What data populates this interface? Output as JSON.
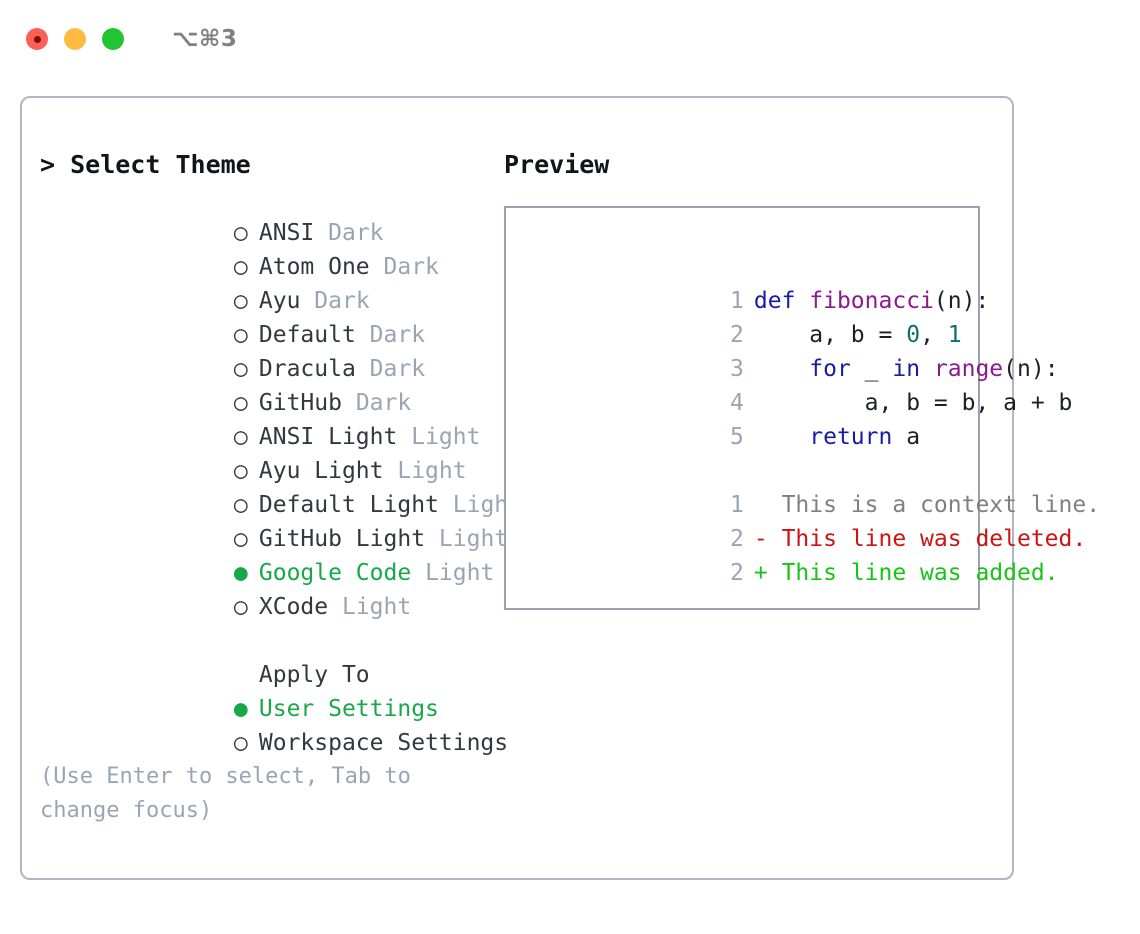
{
  "titlebar": {
    "shortcut": "⌥⌘3",
    "buttons": [
      {
        "name": "close",
        "color": "#fa6056"
      },
      {
        "name": "minimize",
        "color": "#fdbc40"
      },
      {
        "name": "maximize",
        "color": "#22c431"
      }
    ]
  },
  "theme_picker": {
    "title": "> Select Theme",
    "selected_bullet": "●",
    "unselected_bullet": "○",
    "selected_color": "#17a84a",
    "items": [
      {
        "bullet": "○",
        "label": "ANSI",
        "variant": "Dark",
        "selected": false
      },
      {
        "bullet": "○",
        "label": "Atom One",
        "variant": "Dark",
        "selected": false
      },
      {
        "bullet": "○",
        "label": "Ayu",
        "variant": "Dark",
        "selected": false
      },
      {
        "bullet": "○",
        "label": "Default",
        "variant": "Dark",
        "selected": false
      },
      {
        "bullet": "○",
        "label": "Dracula",
        "variant": "Dark",
        "selected": false
      },
      {
        "bullet": "○",
        "label": "GitHub",
        "variant": "Dark",
        "selected": false
      },
      {
        "bullet": "○",
        "label": "ANSI Light",
        "variant": "Light",
        "selected": false
      },
      {
        "bullet": "○",
        "label": "Ayu Light",
        "variant": "Light",
        "selected": false
      },
      {
        "bullet": "○",
        "label": "Default Light",
        "variant": "Light",
        "selected": false
      },
      {
        "bullet": "○",
        "label": "GitHub Light",
        "variant": "Light",
        "selected": false
      },
      {
        "bullet": "●",
        "label": "Google Code",
        "variant": "Light",
        "selected": true
      },
      {
        "bullet": "○",
        "label": "XCode",
        "variant": "Light",
        "selected": false
      }
    ]
  },
  "apply_to": {
    "title": "Apply To",
    "items": [
      {
        "bullet": "●",
        "label": "User Settings",
        "selected": true
      },
      {
        "bullet": "○",
        "label": "Workspace Settings",
        "selected": false
      }
    ]
  },
  "hint": "(Use Enter to select, Tab to\nchange focus)",
  "preview": {
    "title": "Preview",
    "code_lines": [
      {
        "number": "1",
        "tokens": [
          {
            "text": "def ",
            "type": "kw"
          },
          {
            "text": "fibonacci",
            "type": "fn"
          },
          {
            "text": "(n):",
            "type": "pl"
          }
        ]
      },
      {
        "number": "2",
        "tokens": [
          {
            "text": "    a, b = ",
            "type": "pl"
          },
          {
            "text": "0",
            "type": "num"
          },
          {
            "text": ", ",
            "type": "pl"
          },
          {
            "text": "1",
            "type": "num"
          }
        ]
      },
      {
        "number": "3",
        "tokens": [
          {
            "text": "    ",
            "type": "pl"
          },
          {
            "text": "for",
            "type": "kw"
          },
          {
            "text": " _ ",
            "type": "pl"
          },
          {
            "text": "in",
            "type": "kw"
          },
          {
            "text": " ",
            "type": "pl"
          },
          {
            "text": "range",
            "type": "fn"
          },
          {
            "text": "(n):",
            "type": "pl"
          }
        ]
      },
      {
        "number": "4",
        "tokens": [
          {
            "text": "        a, b = b, a + b",
            "type": "pl"
          }
        ]
      },
      {
        "number": "5",
        "tokens": [
          {
            "text": "    ",
            "type": "pl"
          },
          {
            "text": "return",
            "type": "kw"
          },
          {
            "text": " a",
            "type": "pl"
          }
        ]
      }
    ],
    "diff_lines": [
      {
        "number": "1",
        "marker": "  ",
        "text": "This is a context line.",
        "type": "ctx"
      },
      {
        "number": "2",
        "marker": "- ",
        "text": "This line was deleted.",
        "type": "del"
      },
      {
        "number": "2",
        "marker": "+ ",
        "text": "This line was added.",
        "type": "add"
      }
    ],
    "colors": {
      "keyword": "#1a1aa6",
      "function": "#8c1a8c",
      "number": "#0e6e6e",
      "plain": "#1d2025",
      "lineno": "#9aa5b4",
      "context": "#808080",
      "deleted": "#cc1414",
      "added": "#18c418"
    }
  }
}
